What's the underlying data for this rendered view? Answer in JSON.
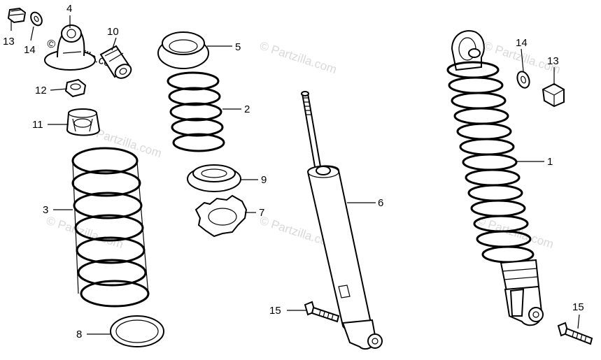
{
  "callouts": [
    {
      "id": "c13a",
      "label": "13"
    },
    {
      "id": "c14a",
      "label": "14"
    },
    {
      "id": "c4",
      "label": "4"
    },
    {
      "id": "c10",
      "label": "10"
    },
    {
      "id": "c5",
      "label": "5"
    },
    {
      "id": "c12",
      "label": "12"
    },
    {
      "id": "c2",
      "label": "2"
    },
    {
      "id": "c11",
      "label": "11"
    },
    {
      "id": "c9",
      "label": "9"
    },
    {
      "id": "c3",
      "label": "3"
    },
    {
      "id": "c7",
      "label": "7"
    },
    {
      "id": "c6",
      "label": "6"
    },
    {
      "id": "c14b",
      "label": "14"
    },
    {
      "id": "c13b",
      "label": "13"
    },
    {
      "id": "c1",
      "label": "1"
    },
    {
      "id": "c15a",
      "label": "15"
    },
    {
      "id": "c15b",
      "label": "15"
    },
    {
      "id": "c8",
      "label": "8"
    }
  ],
  "watermarks": [
    "© Partzilla.com",
    "© Partzilla.com",
    "© Partzilla.com",
    "© Partzilla.com",
    "© Partzilla.com",
    "© Partzilla.com",
    "© Partzilla.com"
  ]
}
